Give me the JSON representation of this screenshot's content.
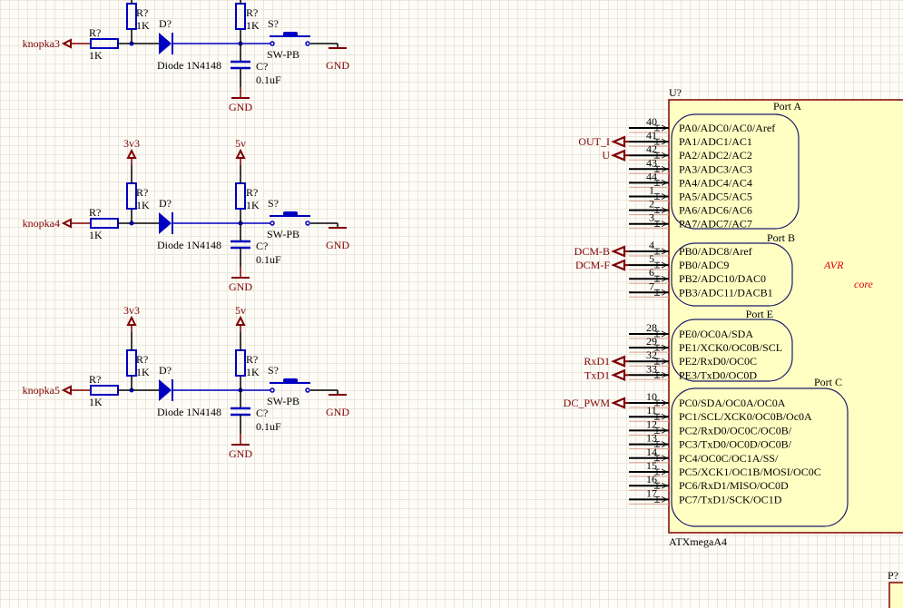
{
  "colors": {
    "component": "#0000c0",
    "net": "#800000",
    "wire_blue": "#0000c0",
    "ic_fill": "#ffffc4",
    "ic_border": "#800000",
    "avr": "#e00000",
    "text": "#000000"
  },
  "button_circuits": [
    {
      "net": "knopka3",
      "r_series": {
        "ref": "R?",
        "value": "1K"
      },
      "r_pullup1": {
        "ref": "R?",
        "value": "1K",
        "power": ""
      },
      "diode": {
        "ref": "D?",
        "value": "Diode 1N4148"
      },
      "r_pullup2": {
        "ref": "R?",
        "value": "1K",
        "power": ""
      },
      "cap": {
        "ref": "C?",
        "value": "0.1uF"
      },
      "switch": {
        "ref": "S?",
        "value": "SW-PB"
      },
      "gnd1": "GND",
      "gnd2": "GND"
    },
    {
      "net": "knopka4",
      "r_series": {
        "ref": "R?",
        "value": "1K"
      },
      "r_pullup1": {
        "ref": "R?",
        "value": "1K",
        "power": "3v3"
      },
      "diode": {
        "ref": "D?",
        "value": "Diode 1N4148"
      },
      "r_pullup2": {
        "ref": "R?",
        "value": "1K",
        "power": "5v"
      },
      "cap": {
        "ref": "C?",
        "value": "0.1uF"
      },
      "switch": {
        "ref": "S?",
        "value": "SW-PB"
      },
      "gnd1": "GND",
      "gnd2": "GND"
    },
    {
      "net": "knopka5",
      "r_series": {
        "ref": "R?",
        "value": "1K"
      },
      "r_pullup1": {
        "ref": "R?",
        "value": "1K",
        "power": "3v3"
      },
      "diode": {
        "ref": "D?",
        "value": "Diode 1N4148"
      },
      "r_pullup2": {
        "ref": "R?",
        "value": "1K",
        "power": "5v"
      },
      "cap": {
        "ref": "C?",
        "value": "0.1uF"
      },
      "switch": {
        "ref": "S?",
        "value": "SW-PB"
      },
      "gnd1": "GND",
      "gnd2": "GND"
    }
  ],
  "ic": {
    "ref": "U?",
    "part": "ATXmegaA4",
    "logo": "AVR",
    "logo_sub": "core",
    "ports": [
      {
        "name": "Port A",
        "pins": [
          {
            "num": "40",
            "name": "PA0/ADC0/AC0/Aref",
            "net": ""
          },
          {
            "num": "41",
            "name": "PA1/ADC1/AC1",
            "net": "OUT_I"
          },
          {
            "num": "42",
            "name": "PA2/ADC2/AC2",
            "net": "U"
          },
          {
            "num": "43",
            "name": "PA3/ADC3/AC3",
            "net": ""
          },
          {
            "num": "44",
            "name": "PA4/ADC4/AC4",
            "net": ""
          },
          {
            "num": "1",
            "name": "PA5/ADC5/AC5",
            "net": ""
          },
          {
            "num": "2",
            "name": "PA6/ADC6/AC6",
            "net": ""
          },
          {
            "num": "3",
            "name": "PA7/ADC7/AC7",
            "net": ""
          }
        ]
      },
      {
        "name": "Port B",
        "pins": [
          {
            "num": "4",
            "name": "PB0/ADC8/Aref",
            "net": "DCM-B"
          },
          {
            "num": "5",
            "name": "PB0/ADC9",
            "net": "DCM-F"
          },
          {
            "num": "6",
            "name": "PB2/ADC10/DAC0",
            "net": ""
          },
          {
            "num": "7",
            "name": "PB3/ADC11/DACB1",
            "net": ""
          }
        ]
      },
      {
        "name": "Port E",
        "pins": [
          {
            "num": "28",
            "name": "PE0/OC0A/SDA",
            "net": ""
          },
          {
            "num": "29",
            "name": "PE1/XCK0/OC0B/SCL",
            "net": ""
          },
          {
            "num": "32",
            "name": "PE2/RxD0/OC0C",
            "net": "RxD1"
          },
          {
            "num": "33",
            "name": "PE3/TxD0/OC0D",
            "net": "TxD1"
          }
        ]
      },
      {
        "name": "Port C",
        "pins": [
          {
            "num": "10",
            "name": "PC0/SDA/OC0A/OC0A",
            "net": "DC_PWM"
          },
          {
            "num": "11",
            "name": "PC1/SCL/XCK0/OC0B/Oc0A",
            "net": ""
          },
          {
            "num": "12",
            "name": "PC2/RxD0/OC0C/OC0B/",
            "net": ""
          },
          {
            "num": "13",
            "name": "PC3/TxD0/OC0D/OC0B/",
            "net": ""
          },
          {
            "num": "14",
            "name": "PC4/OC0C/OC1A/SS/",
            "net": ""
          },
          {
            "num": "15",
            "name": "PC5/XCK1/OC1B/MOSI/OC0C",
            "net": ""
          },
          {
            "num": "16",
            "name": "PC6/RxD1/MISO/OC0D",
            "net": ""
          },
          {
            "num": "17",
            "name": "PC7/TxD1/SCK/OC1D",
            "net": ""
          }
        ]
      }
    ]
  },
  "connector": {
    "ref": "P?"
  }
}
